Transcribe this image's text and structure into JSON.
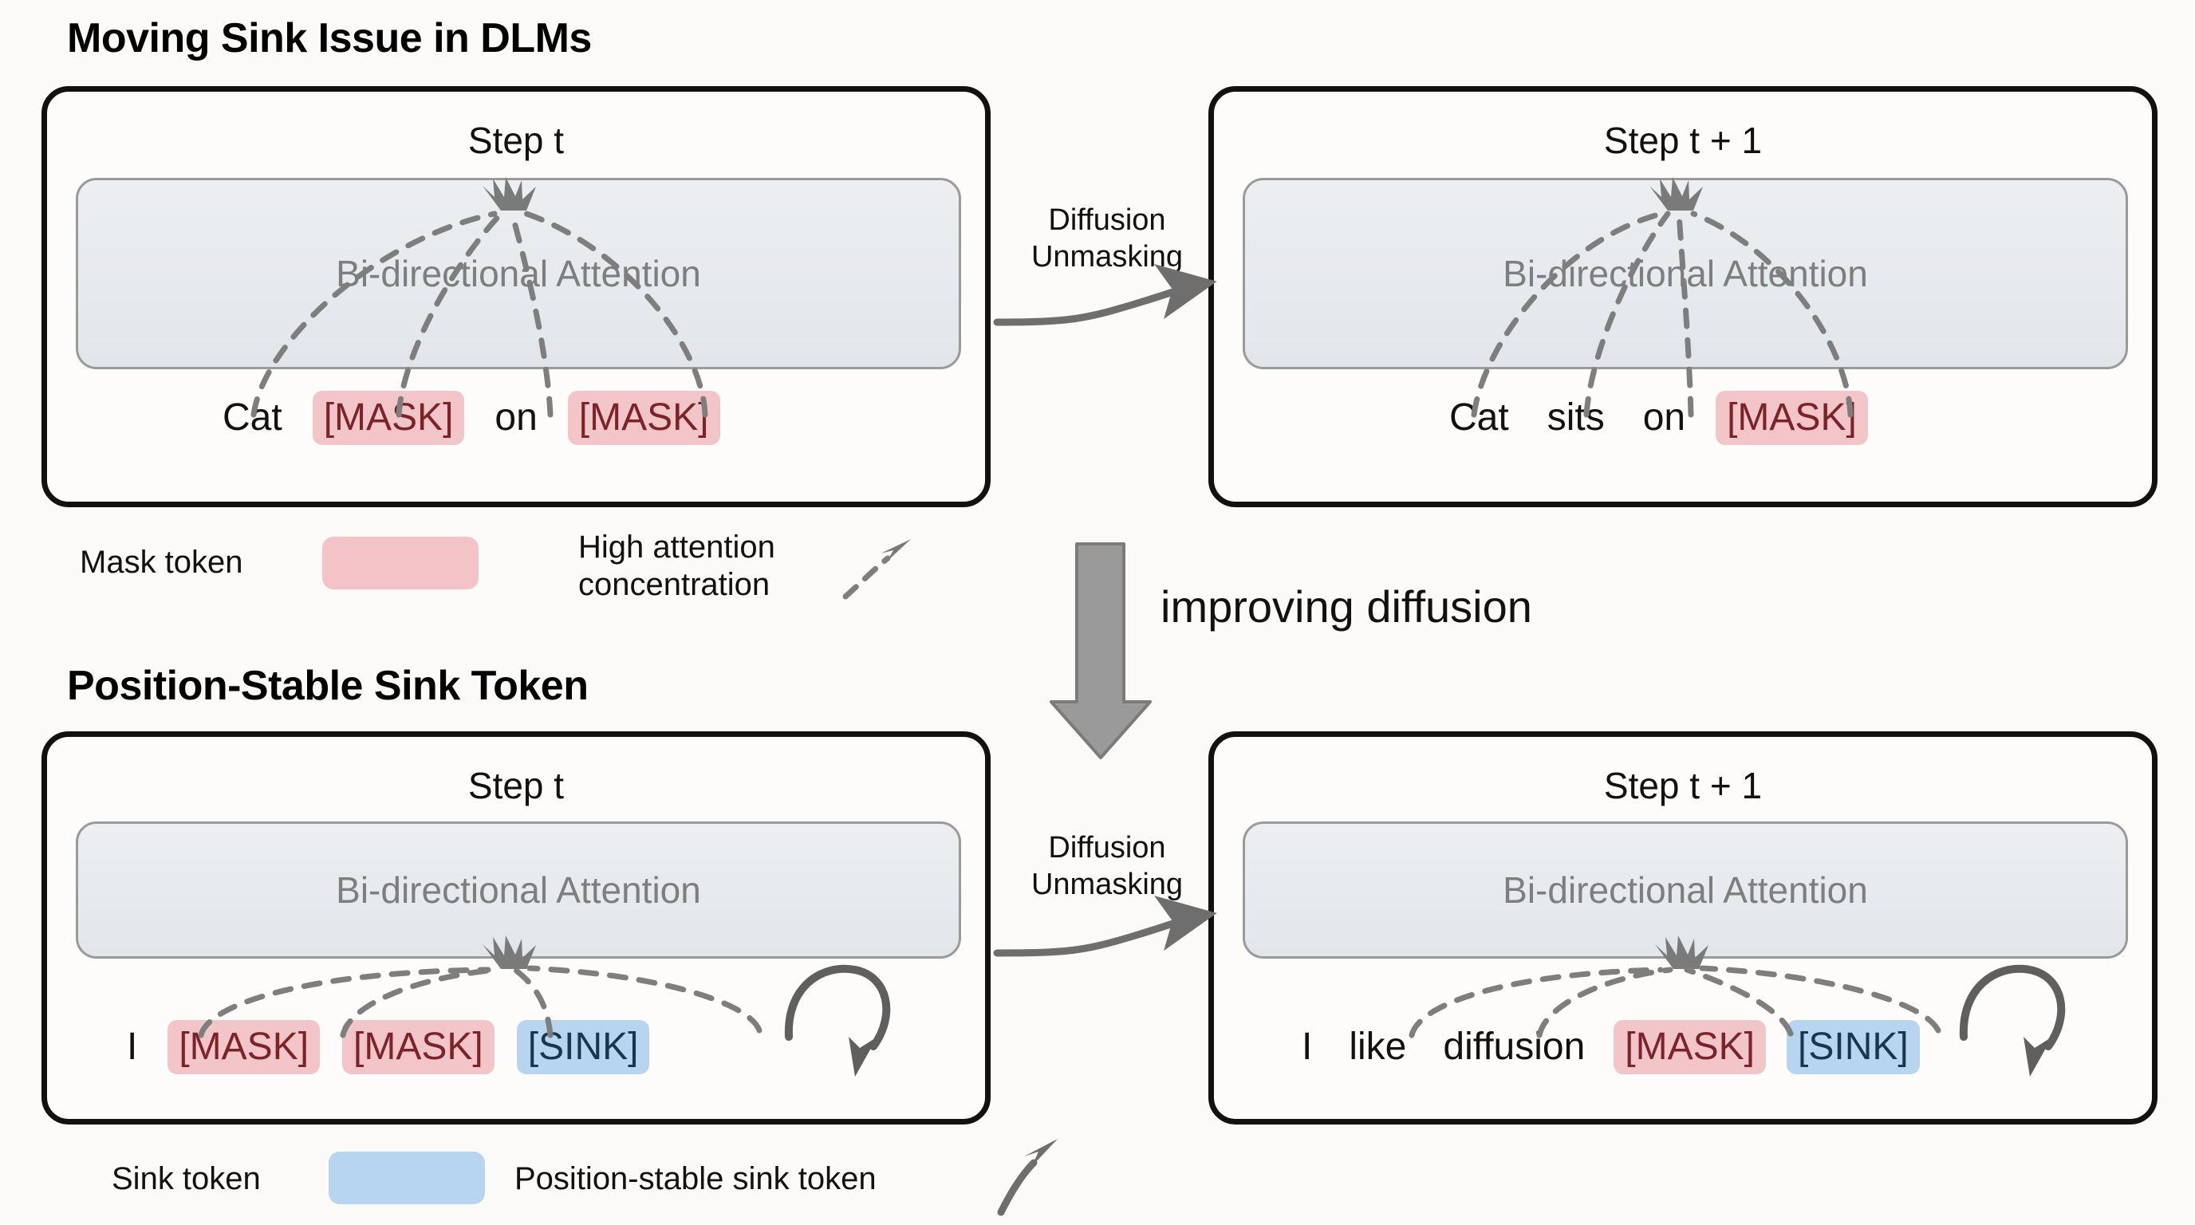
{
  "background_color": "#fbfaf8",
  "colors": {
    "mask_token_bg": "#f2c6c9",
    "mask_token_text": "#7d2226",
    "sink_token_bg": "#b7d4f0",
    "sink_token_text": "#17374f",
    "attention_block_bg": "#e8ebee",
    "attention_block_text": "#7e7e7e",
    "panel_border": "#111111",
    "arrow_gray": "#6e6e6e"
  },
  "sections": {
    "top": {
      "heading": "Moving Sink Issue in DLMs",
      "left_panel": {
        "step_label": "Step t",
        "attention_label": "Bi-directional Attention",
        "tokens": [
          {
            "text": "Cat",
            "type": "word"
          },
          {
            "text": "[MASK]",
            "type": "mask"
          },
          {
            "text": "on",
            "type": "word"
          },
          {
            "text": "[MASK]",
            "type": "mask"
          }
        ]
      },
      "right_panel": {
        "step_label": "Step t + 1",
        "attention_label": "Bi-directional Attention",
        "tokens": [
          {
            "text": "Cat",
            "type": "word"
          },
          {
            "text": "sits",
            "type": "word"
          },
          {
            "text": "on",
            "type": "word"
          },
          {
            "text": "[MASK]",
            "type": "mask"
          }
        ]
      },
      "transition_label_line1": "Diffusion",
      "transition_label_line2": "Unmasking",
      "legend": [
        {
          "label": "Mask token",
          "swatch": "pink"
        },
        {
          "label_line1": "High attention",
          "label_line2": "concentration",
          "icon": "dashed-arrow-icon"
        }
      ]
    },
    "middle": {
      "improving_label": "improving diffusion",
      "arrow_icon": "thick-down-arrow-icon"
    },
    "bottom": {
      "heading": "Position-Stable Sink Token",
      "left_panel": {
        "step_label": "Step t",
        "attention_label": "Bi-directional Attention",
        "tokens": [
          {
            "text": "I",
            "type": "word"
          },
          {
            "text": "[MASK]",
            "type": "mask"
          },
          {
            "text": "[MASK]",
            "type": "mask"
          },
          {
            "text": "[SINK]",
            "type": "sink"
          }
        ]
      },
      "right_panel": {
        "step_label": "Step t + 1",
        "attention_label": "Bi-directional Attention",
        "tokens": [
          {
            "text": "I",
            "type": "word"
          },
          {
            "text": "like",
            "type": "word"
          },
          {
            "text": "diffusion",
            "type": "word"
          },
          {
            "text": "[MASK]",
            "type": "mask"
          },
          {
            "text": "[SINK]",
            "type": "sink"
          }
        ]
      },
      "transition_label_line1": "Diffusion",
      "transition_label_line2": "Unmasking",
      "legend": [
        {
          "label": "Sink token",
          "swatch": "blue"
        },
        {
          "label": "Position-stable sink token",
          "icon": "curved-arrow-icon"
        }
      ]
    }
  }
}
